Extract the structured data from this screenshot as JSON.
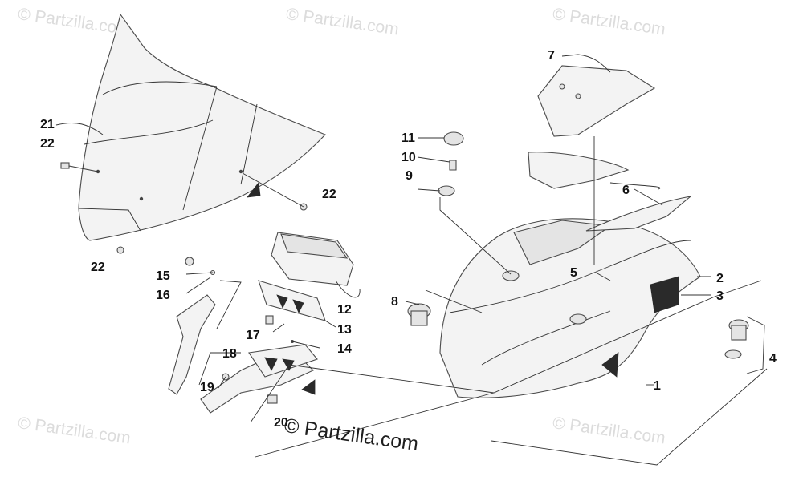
{
  "watermarks": {
    "brand": "© Partzilla.com",
    "main": "© Partzilla.com"
  },
  "callouts": [
    "1",
    "2",
    "3",
    "4",
    "5",
    "6",
    "7",
    "8",
    "9",
    "10",
    "11",
    "12",
    "13",
    "14",
    "15",
    "16",
    "17",
    "18",
    "19",
    "20",
    "21",
    "22",
    "22",
    "22"
  ]
}
